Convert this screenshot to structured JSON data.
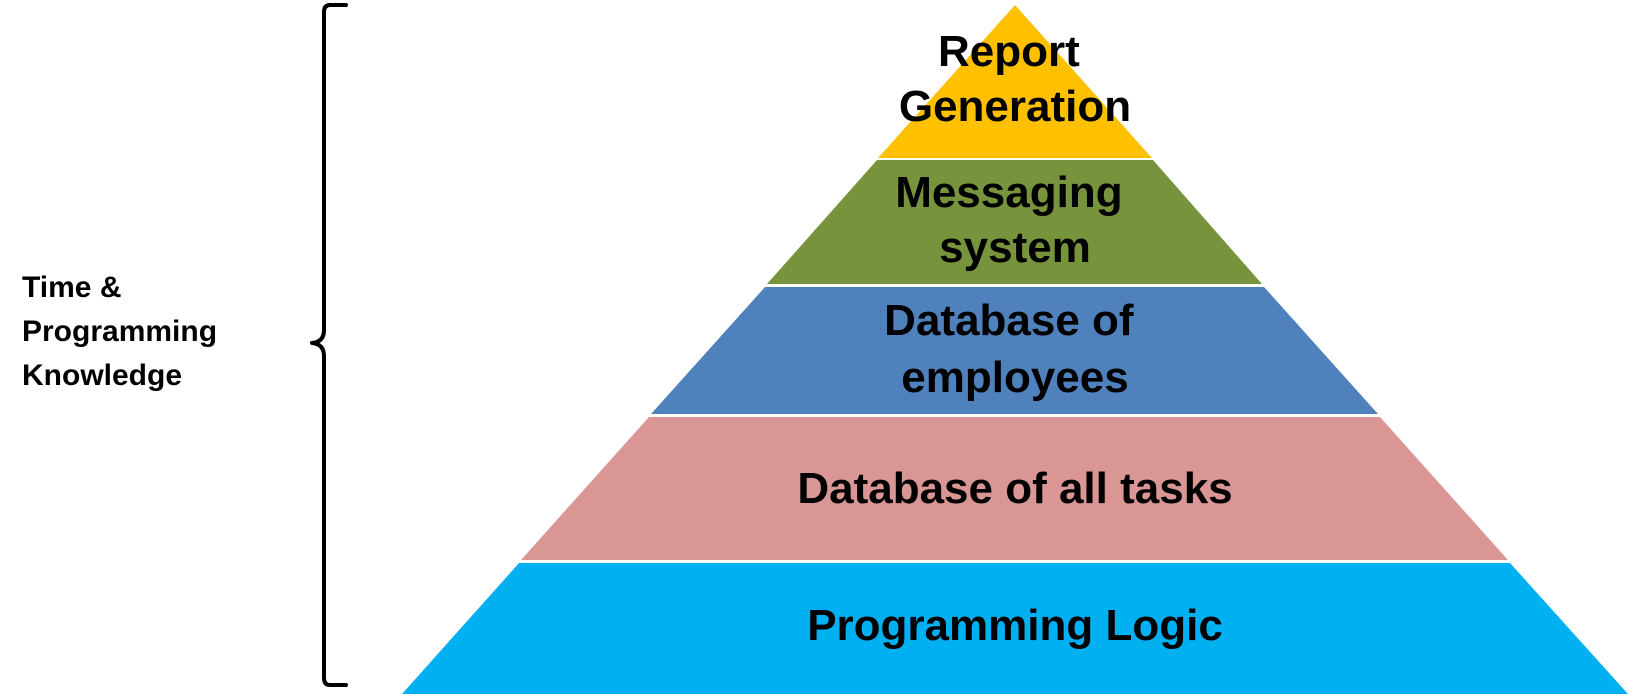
{
  "diagram": {
    "side_label": {
      "lines": [
        "Time &",
        "Programming",
        "Knowledge"
      ]
    },
    "tiers": [
      {
        "lines": [
          "Report",
          "Generation"
        ],
        "color": "#FFC000"
      },
      {
        "lines": [
          "Messaging",
          "system"
        ],
        "color": "#77933C"
      },
      {
        "lines": [
          "Database of",
          "employees"
        ],
        "color": "#4F81BD"
      },
      {
        "lines": [
          "Database of all tasks"
        ],
        "color": "#D99694"
      },
      {
        "lines": [
          "Programming Logic"
        ],
        "color": "#00B0F0"
      }
    ]
  }
}
